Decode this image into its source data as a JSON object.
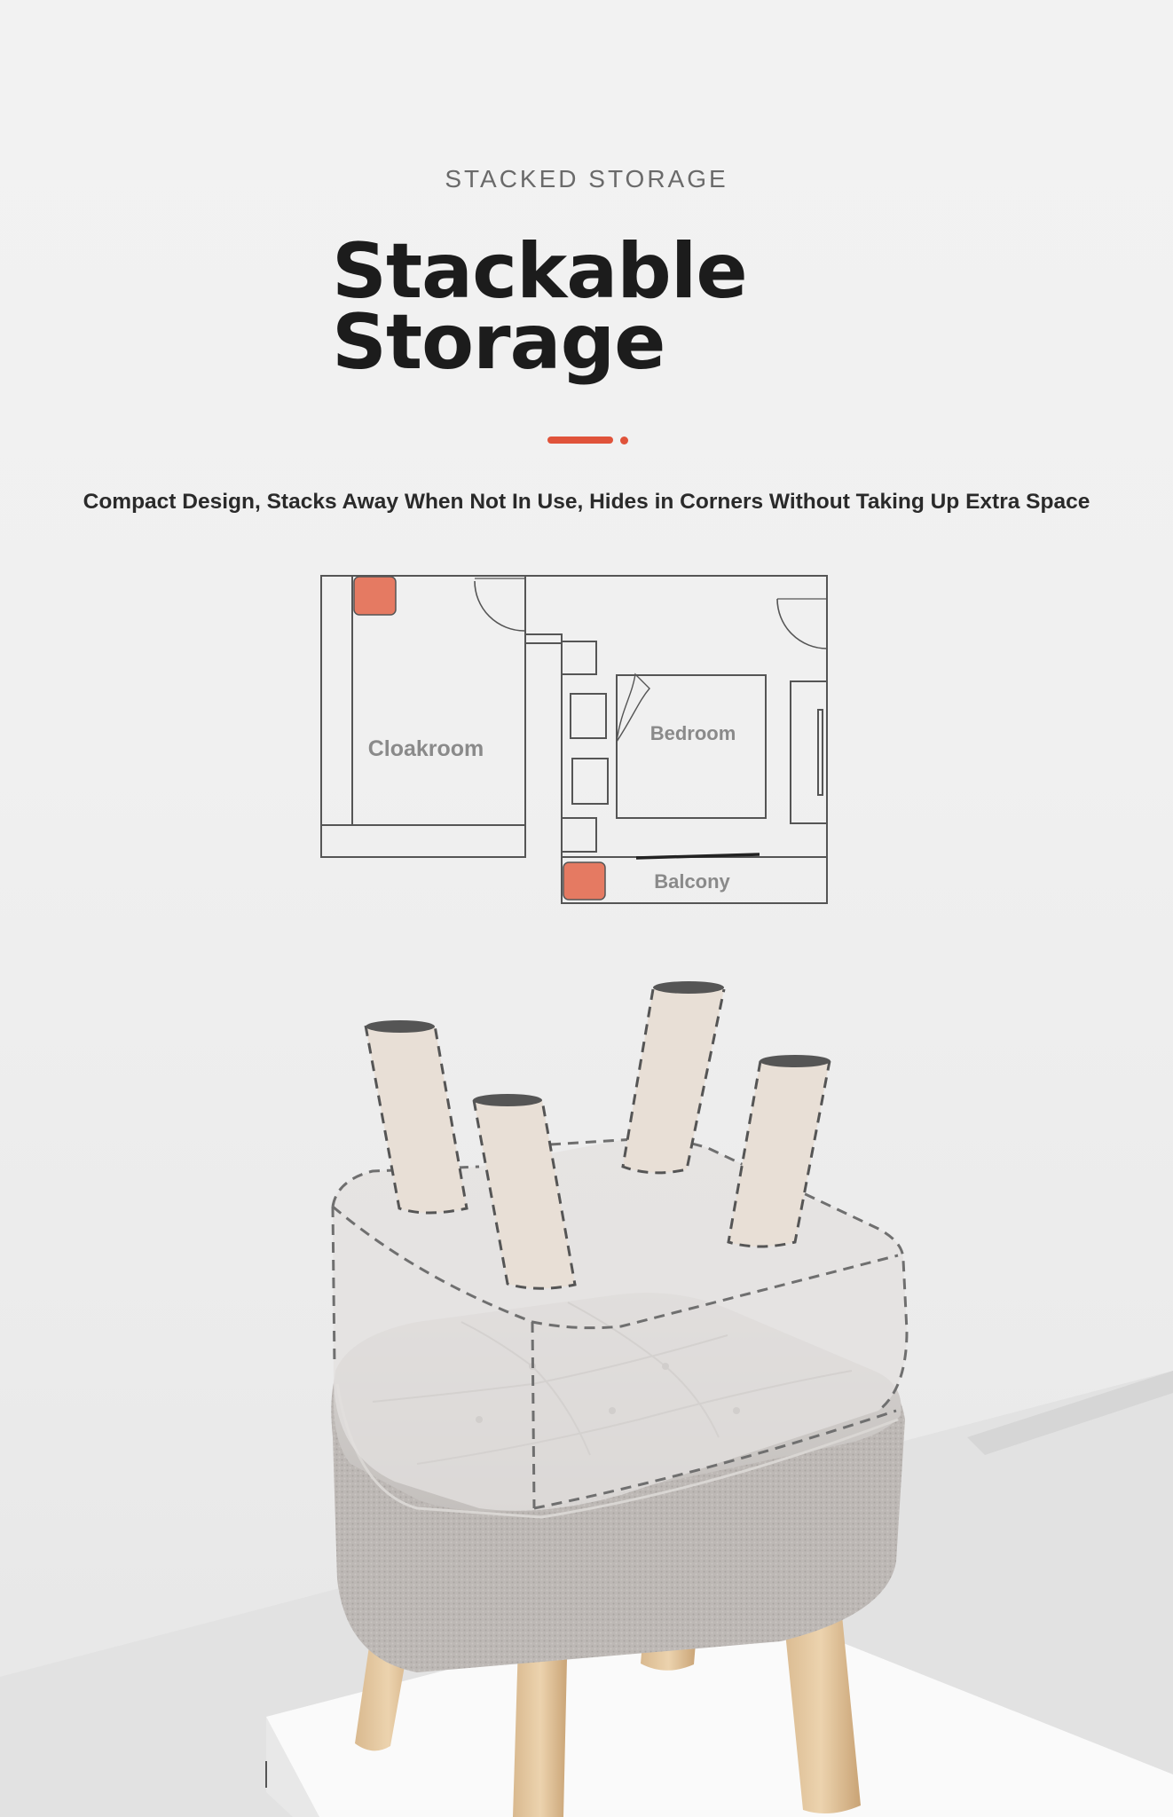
{
  "header": {
    "eyebrow": "STACKED STORAGE",
    "title_line1": "Stackable",
    "title_line2": "Storage",
    "subtitle": "Compact Design, Stacks Away When Not In Use, Hides in Corners Without Taking Up Extra Space"
  },
  "floorplan": {
    "rooms": {
      "cloakroom": "Cloakroom",
      "bedroom": "Bedroom",
      "balcony": "Balcony"
    }
  },
  "colors": {
    "accent": "#e0533a",
    "marker": "#e57a62",
    "text_dark": "#1c1c1c",
    "plan_line": "#555555",
    "room_label": "#8a8a8a"
  }
}
